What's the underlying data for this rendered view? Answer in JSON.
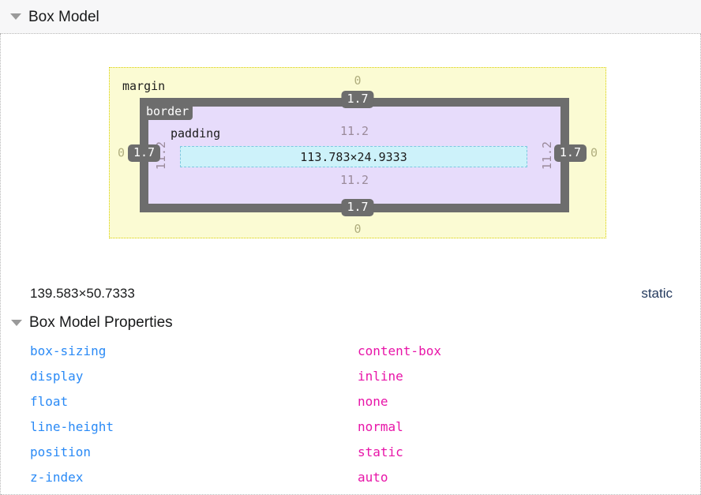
{
  "header": {
    "title": "Box Model",
    "twisty_icon": "triangle-down-icon",
    "expanded": true
  },
  "box_model": {
    "regions": {
      "margin_label": "margin",
      "border_label": "border",
      "padding_label": "padding"
    },
    "content_size": "113.783×24.9333",
    "measurements": {
      "margin": {
        "top": "0",
        "right": "0",
        "bottom": "0",
        "left": "0"
      },
      "border": {
        "top": "1.7",
        "right": "1.7",
        "bottom": "1.7",
        "left": "1.7"
      },
      "padding": {
        "top": "11.2",
        "right": "11.2",
        "bottom": "11.2",
        "left": "11.2"
      }
    },
    "colors": {
      "margin_fill": "#fbfbd3",
      "margin_stroke": "#d8d000",
      "border_fill": "#6d6d6d",
      "padding_fill": "#e7dcfb",
      "content_fill": "#cdf2fa",
      "content_stroke": "#7ec8e0",
      "margin_text": "#b0ae7e",
      "padding_text": "#9b8b9b",
      "badge_bg": "#6d6d6d",
      "badge_text": "#ffffff"
    }
  },
  "summary": {
    "element_size": "139.583×50.7333",
    "position_value": "static"
  },
  "properties_section": {
    "title": "Box Model Properties",
    "twisty_icon": "triangle-down-icon",
    "expanded": true,
    "rows": [
      {
        "name": "box-sizing",
        "value": "content-box"
      },
      {
        "name": "display",
        "value": "inline"
      },
      {
        "name": "float",
        "value": "none"
      },
      {
        "name": "line-height",
        "value": "normal"
      },
      {
        "name": "position",
        "value": "static"
      },
      {
        "name": "z-index",
        "value": "auto"
      }
    ],
    "colors": {
      "name_color": "#2a8af6",
      "value_color": "#e815a8"
    }
  }
}
